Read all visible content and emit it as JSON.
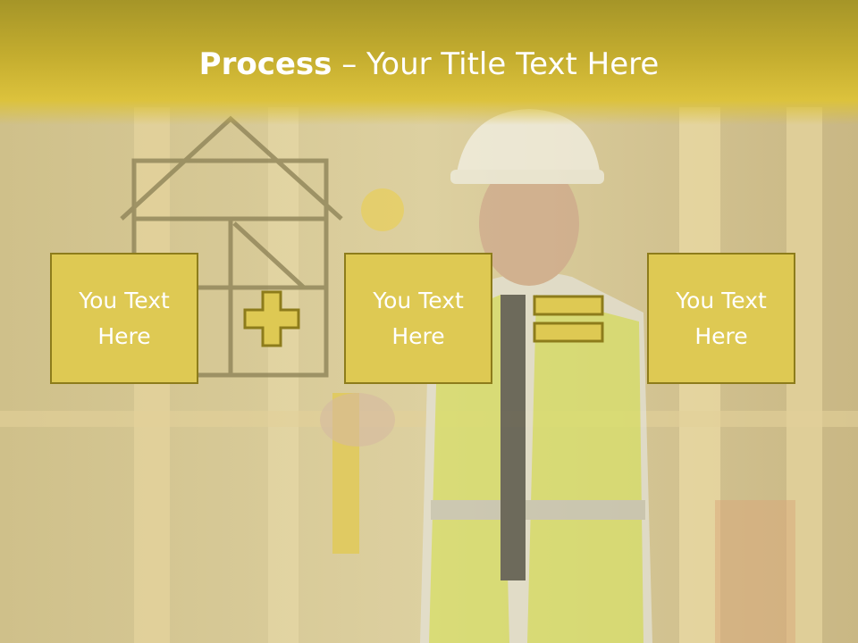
{
  "title": {
    "bold": "Process",
    "separator": " – ",
    "rest": "Your Title Text Here"
  },
  "boxes": [
    {
      "label": "You Text Here"
    },
    {
      "label": "You Text Here"
    },
    {
      "label": "You Text Here"
    }
  ],
  "operators": [
    "plus-icon",
    "equals-icon"
  ],
  "colors": {
    "title_band": "#c4ad2f",
    "box_fill": "#dec953",
    "box_border": "#8d7c1b",
    "operator_fill": "#dec953",
    "text": "#ffffff"
  }
}
